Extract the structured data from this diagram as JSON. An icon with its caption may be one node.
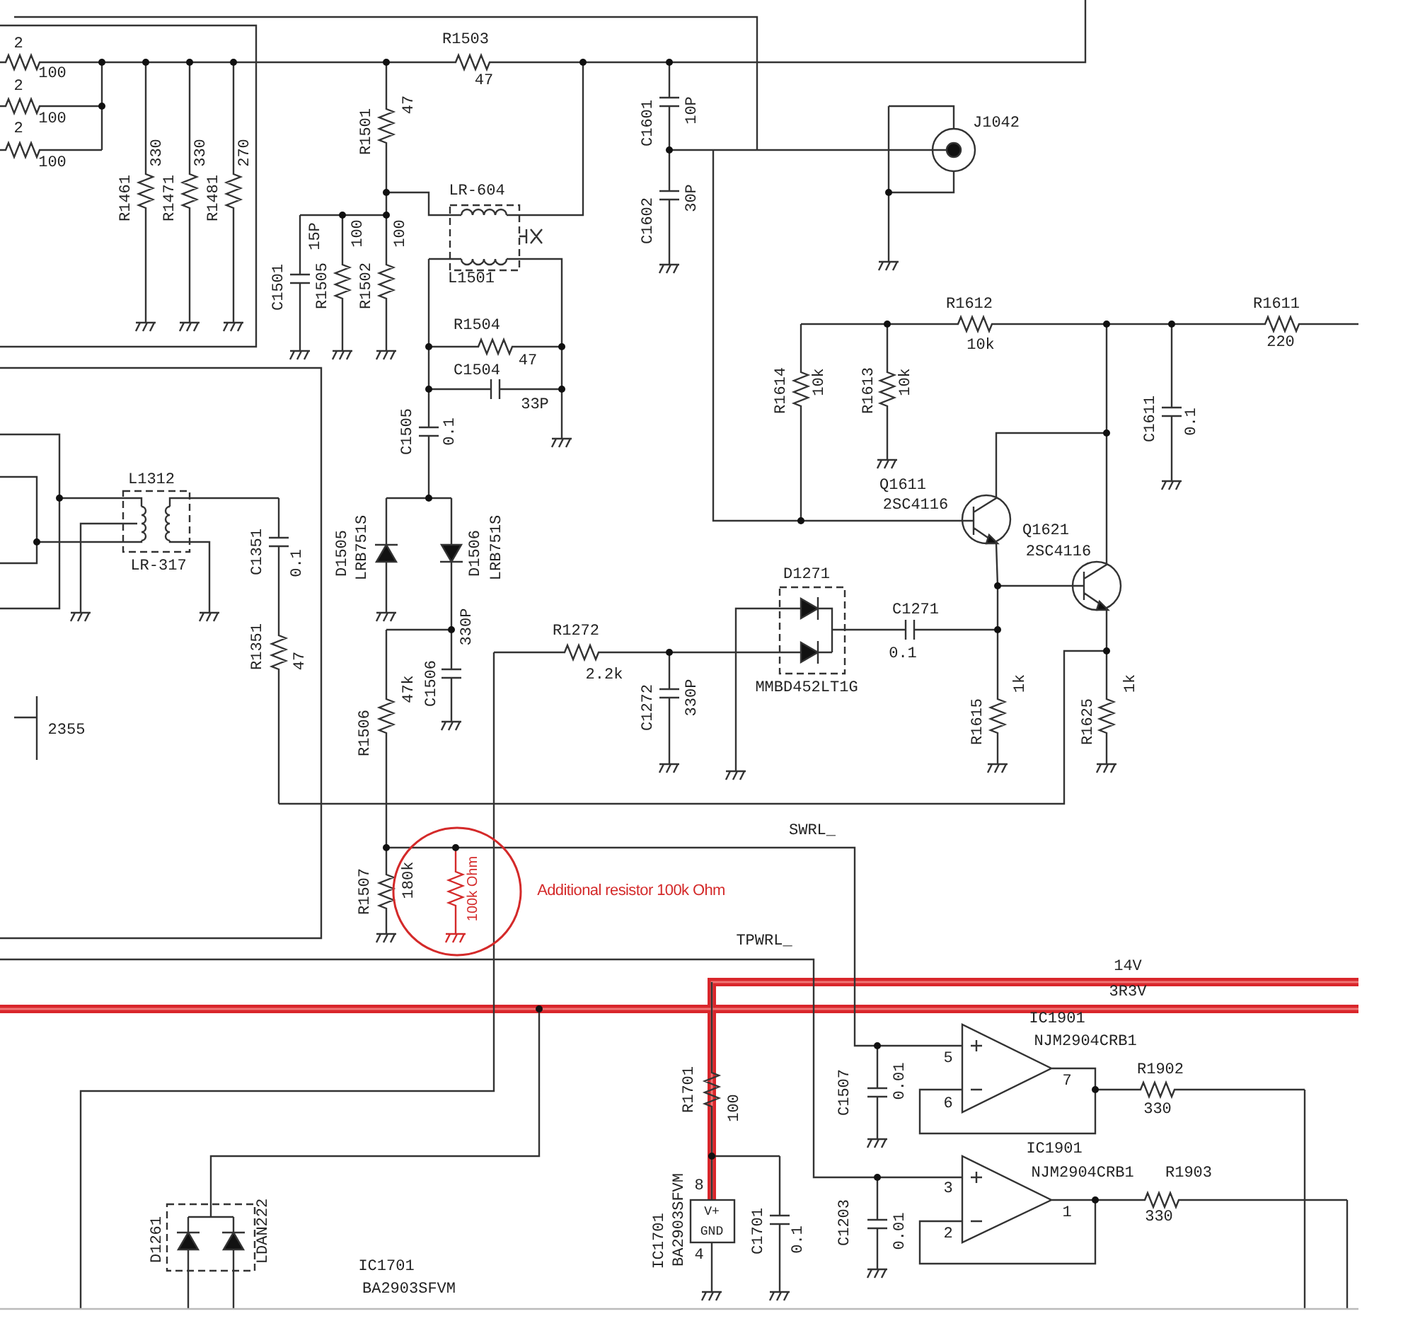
{
  "diagram": {
    "labels": [
      "2",
      "100",
      "2",
      "100",
      "2",
      "100",
      "R1503",
      "47",
      "R1501",
      "47",
      "R1461",
      "330",
      "R1471",
      "330",
      "R1481",
      "270",
      "LR-604",
      "C1601",
      "10P",
      "J1042",
      "C1501",
      "15P",
      "R1505",
      "100",
      "R1502",
      "100",
      "L1501",
      "C1602",
      "30P",
      "R1612",
      "10k",
      "R1611",
      "220",
      "R1504",
      "47",
      "C1504",
      "33P",
      "R1614",
      "10k",
      "R1613",
      "10k",
      "C1611",
      "0.1",
      "C1505",
      "0.1",
      "L1312",
      "Q1611",
      "2SC4116",
      "C1351",
      "0.1",
      "D1505",
      "LRB751S",
      "D1506",
      "LRB751S",
      "Q1621",
      "2SC4116",
      "LR-317",
      "D1271",
      "C1271",
      "R1272",
      "330P",
      "R1351",
      "47",
      "0.1",
      "2.2k",
      "C1506",
      "47k",
      "MMBD452LT1G",
      "1k",
      "1k",
      "C1272",
      "330P",
      "2355",
      "R1615",
      "R1625",
      "R1506",
      "SWRL_",
      "R1507",
      "180k",
      "100k Ohm",
      "Additional resistor 100k Ohm",
      "TPWRL_",
      "14V",
      "3R3V",
      "IC1901",
      "NJM2904CRB1",
      "5",
      "7",
      "R1902",
      "R1701",
      "100",
      "C1507",
      "0.01",
      "6",
      "330",
      "IC1901",
      "NJM2904CRB1",
      "R1903",
      "3",
      "8",
      "1",
      "V+",
      "330",
      "C1203",
      "0.01",
      "2",
      "GND",
      "IC1701",
      "BA2903SFVM",
      "C1701",
      "0.1",
      "D1261",
      "LDAN222",
      "4",
      "IC1701",
      "BA2903SFVM"
    ]
  }
}
